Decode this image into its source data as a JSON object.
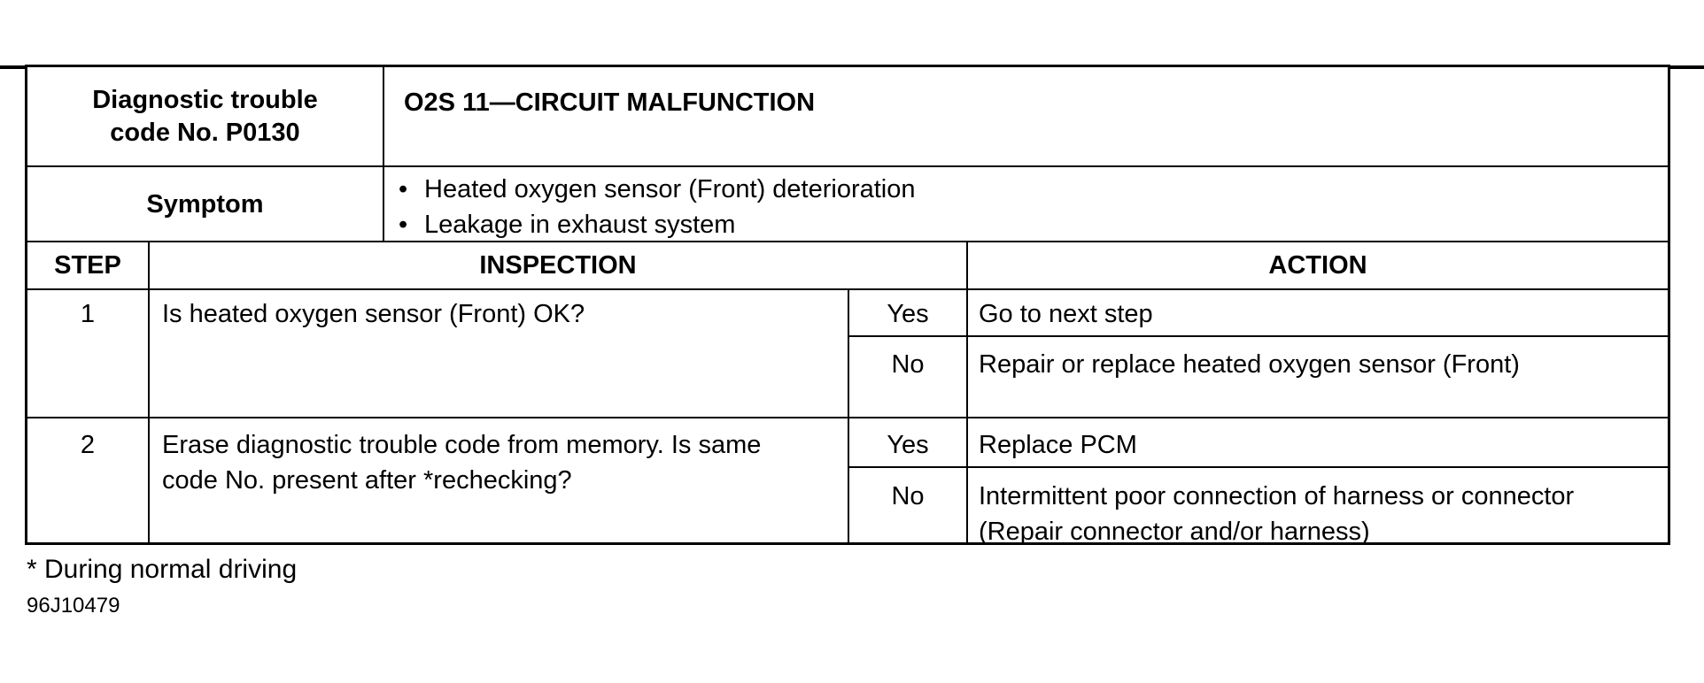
{
  "document": {
    "dtc": {
      "label": "Diagnostic trouble\ncode No. P0130",
      "title": "O2S 11—CIRCUIT MALFUNCTION"
    },
    "symptom": {
      "label": "Symptom",
      "bullet": "•",
      "items": [
        "Heated oxygen sensor (Front) deterioration",
        "Leakage in exhaust system"
      ]
    },
    "headers": {
      "step": "STEP",
      "inspection": "INSPECTION",
      "action": "ACTION"
    },
    "steps": [
      {
        "num": "1",
        "inspection": "Is heated oxygen sensor (Front) OK?",
        "yes_label": "Yes",
        "yes_action": "Go to next step",
        "no_label": "No",
        "no_action": "Repair or replace heated oxygen sensor (Front)"
      },
      {
        "num": "2",
        "inspection": "Erase diagnostic trouble code from memory. Is same\ncode No. present after *rechecking?",
        "yes_label": "Yes",
        "yes_action": "Replace PCM",
        "no_label": "No",
        "no_action": "Intermittent poor connection of harness or connector\n(Repair connector and/or harness)"
      }
    ],
    "footnote": "* During normal driving",
    "doc_number": "96J10479"
  },
  "colors": {
    "ink": "#000000",
    "paper": "#ffffff"
  }
}
